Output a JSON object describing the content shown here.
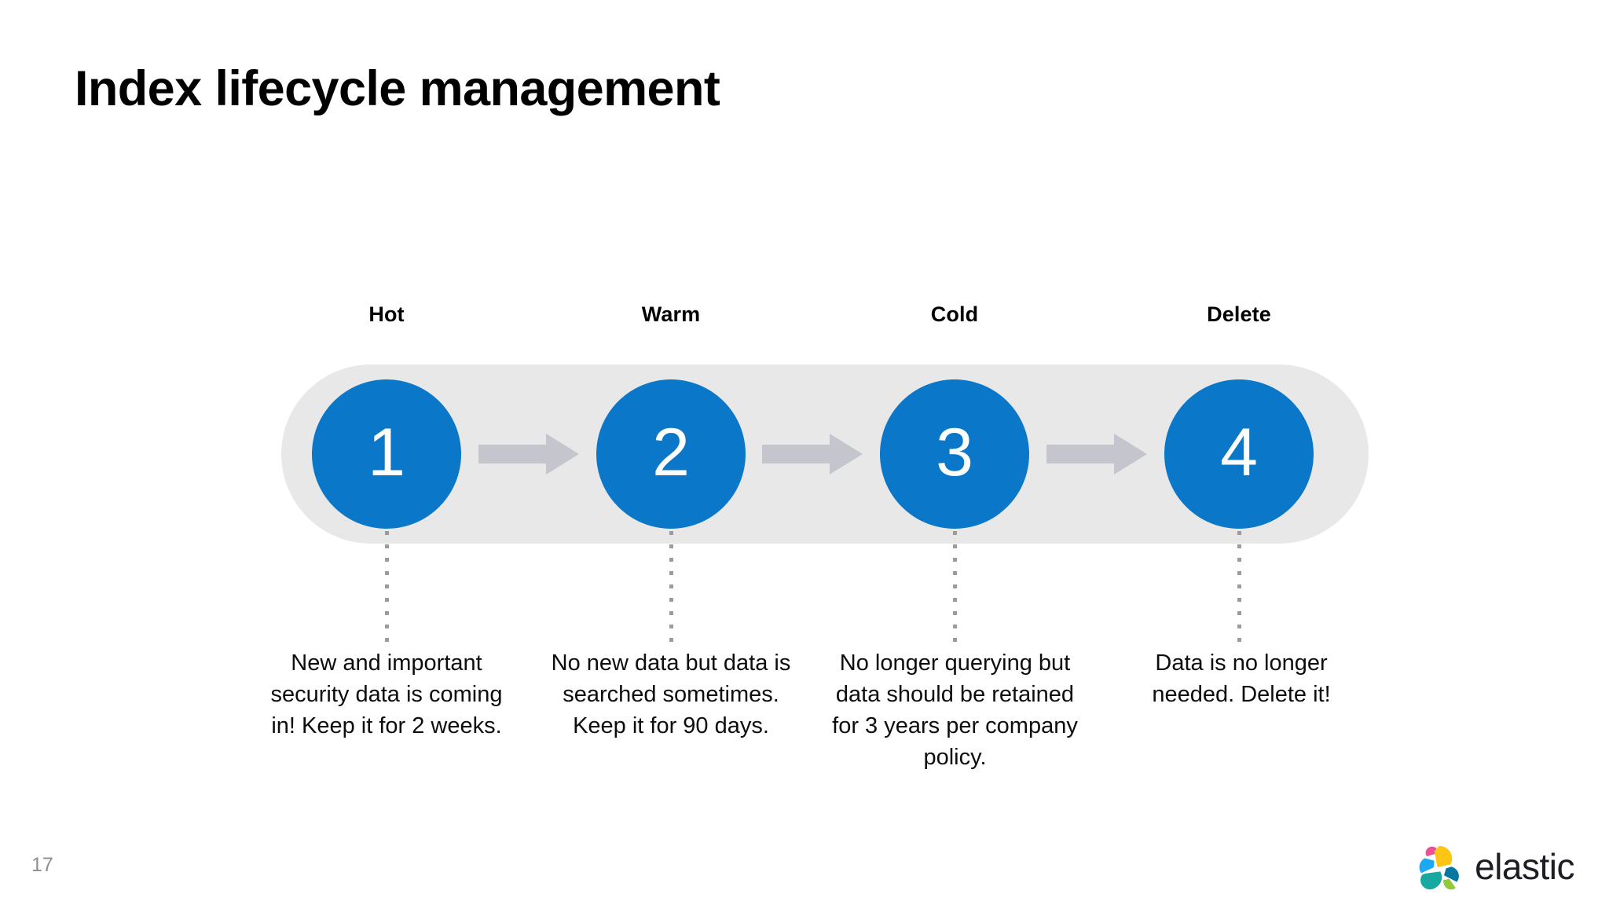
{
  "slide": {
    "title": "Index lifecycle management",
    "page_number": "17",
    "background_color": "#ffffff"
  },
  "diagram": {
    "type": "process-flow",
    "track_color": "#e8e8e9",
    "circle_color": "#0a77c8",
    "number_color": "#ffffff",
    "arrow_color": "#c5c6cd",
    "dotline_color": "#9b9b9f",
    "stages": [
      {
        "number": "1",
        "label": "Hot",
        "description": "New and important security data is coming in! Keep it for 2 weeks."
      },
      {
        "number": "2",
        "label": "Warm",
        "description": "No new data but data is searched sometimes. Keep it for 90 days."
      },
      {
        "number": "3",
        "label": "Cold",
        "description": "No longer querying but data should be retained for 3 years per company policy."
      },
      {
        "number": "4",
        "label": "Delete",
        "description": "Data is no longer needed. Delete it!"
      }
    ],
    "arrows": [
      "arrow-right-icon",
      "arrow-right-icon",
      "arrow-right-icon"
    ]
  },
  "brand": {
    "name": "elastic",
    "mark_icon": "elastic-logo-icon",
    "mark_colors": {
      "pink": "#ee5097",
      "yellow": "#fec514",
      "cyan": "#23bbb4",
      "blue": "#1ba9f5",
      "teal": "#17a8a0",
      "deep_blue": "#0677a1",
      "green": "#93c83d"
    },
    "wordmark_color": "#1c1e23"
  }
}
